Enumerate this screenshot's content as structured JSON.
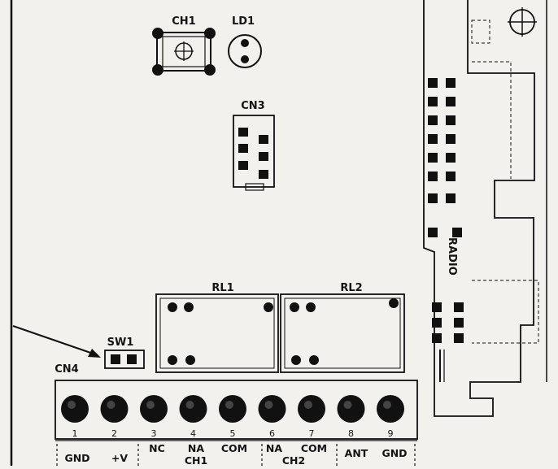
{
  "components": {
    "ch1": "CH1",
    "ld1": "LD1",
    "cn3": "CN3",
    "rl1": "RL1",
    "rl2": "RL2",
    "sw1": "SW1",
    "cn4": "CN4",
    "radio": "RADIO"
  },
  "terminal_numbers": [
    "1",
    "2",
    "3",
    "4",
    "5",
    "6",
    "7",
    "8",
    "9"
  ],
  "terminal_labels": {
    "gnd1": "GND",
    "plusv": "+V",
    "nc": "NC",
    "na1": "NA",
    "ch1_under": "CH1",
    "com1": "COM",
    "na2": "NA",
    "ch2_under": "CH2",
    "com2": "COM",
    "ant": "ANT",
    "gnd2": "GND"
  },
  "symbols": {
    "ch1_center": "crosshair-circle",
    "board_mark": "crosshair-circle"
  }
}
